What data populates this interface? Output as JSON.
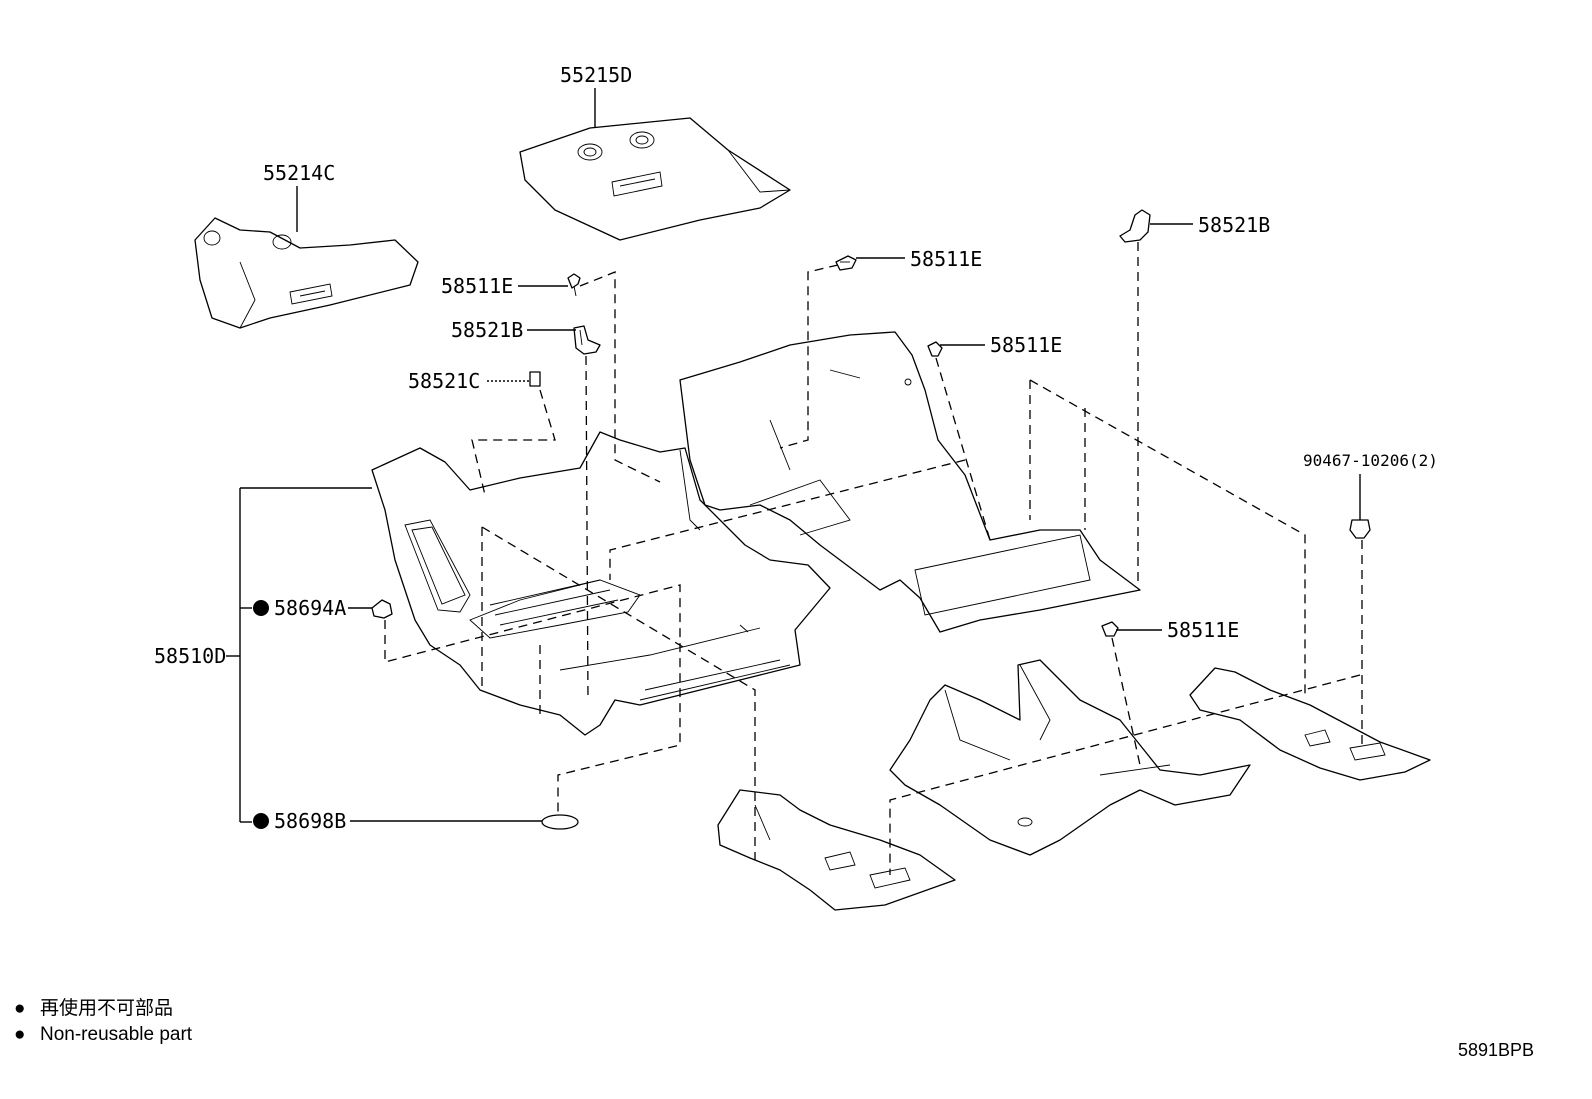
{
  "callouts": {
    "c55215D": "55215D",
    "c55214C": "55214C",
    "c58511E_1": "58511E",
    "c58521B_1": "58521B",
    "c58521C": "58521C",
    "c58511E_2": "58511E",
    "c58521B_2": "58521B",
    "c58511E_3": "58511E",
    "c90467": "90467-10206(2)",
    "c58510D": "58510D",
    "c58694A": "58694A",
    "c58511E_4": "58511E",
    "c58698B": "58698B"
  },
  "legend": {
    "japanese": "再使用不可部品",
    "english": "Non-reusable part",
    "bullet": "●"
  },
  "reference_code": "5891BPB"
}
